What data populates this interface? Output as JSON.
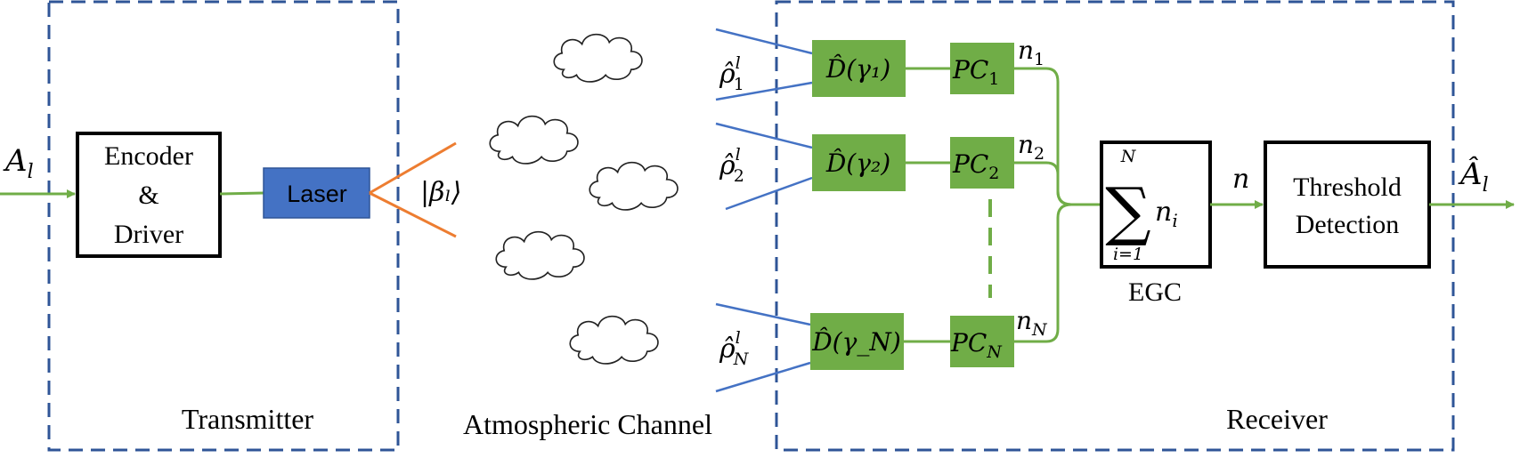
{
  "input_signal": "A",
  "input_sub": "l",
  "output_signal": "Â",
  "output_sub": "l",
  "transmitter": {
    "label": "Transmitter",
    "encoder_lines": [
      "Encoder",
      "&",
      "Driver"
    ],
    "laser_label": "Laser",
    "state_label": "|βₗ⟩"
  },
  "channel": {
    "label": "Atmospheric Channel"
  },
  "receiver": {
    "label": "Receiver",
    "branches": [
      {
        "rho": "ρ̂",
        "rho_sub": "1",
        "rho_sup": "l",
        "displacement": "D̂(γ₁)",
        "counter": "PC",
        "counter_sub": "1",
        "count": "n",
        "count_sub": "1"
      },
      {
        "rho": "ρ̂",
        "rho_sub": "2",
        "rho_sup": "l",
        "displacement": "D̂(γ₂)",
        "counter": "PC",
        "counter_sub": "2",
        "count": "n",
        "count_sub": "2"
      },
      {
        "rho": "ρ̂",
        "rho_sub": "N",
        "rho_sup": "l",
        "displacement": "D̂(γ_N)",
        "counter": "PC",
        "counter_sub": "N",
        "count": "n",
        "count_sub": "N"
      }
    ],
    "combiner": {
      "sum_symbol": "∑",
      "upper_limit": "N",
      "lower_limit": "i=1",
      "term": "n",
      "term_sub": "i",
      "label": "EGC"
    },
    "combined_count": "n",
    "detector_lines": [
      "Threshold",
      "Detection"
    ]
  },
  "colors": {
    "frame": "#2f5597",
    "green": "#70ad47",
    "laser": "#4472c4",
    "orange": "#ed7d31",
    "beam": "#4472c4"
  }
}
